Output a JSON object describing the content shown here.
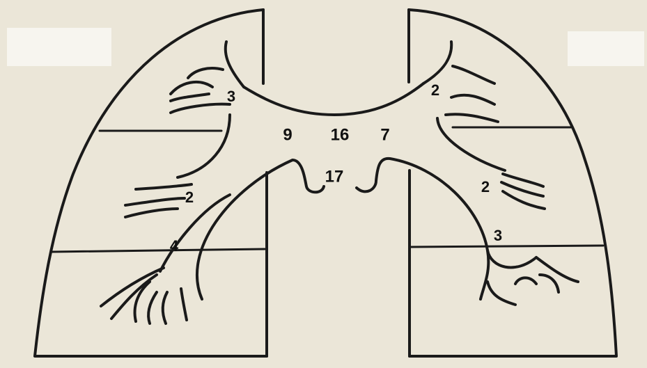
{
  "diagram": {
    "labels": {
      "center_left": "9",
      "center_middle": "16",
      "center_right": "7",
      "center_lower": "17",
      "left_upper": "3",
      "left_middle": "2",
      "left_lower": "4",
      "right_upper": "2",
      "right_middle": "2",
      "right_lower": "3"
    }
  }
}
